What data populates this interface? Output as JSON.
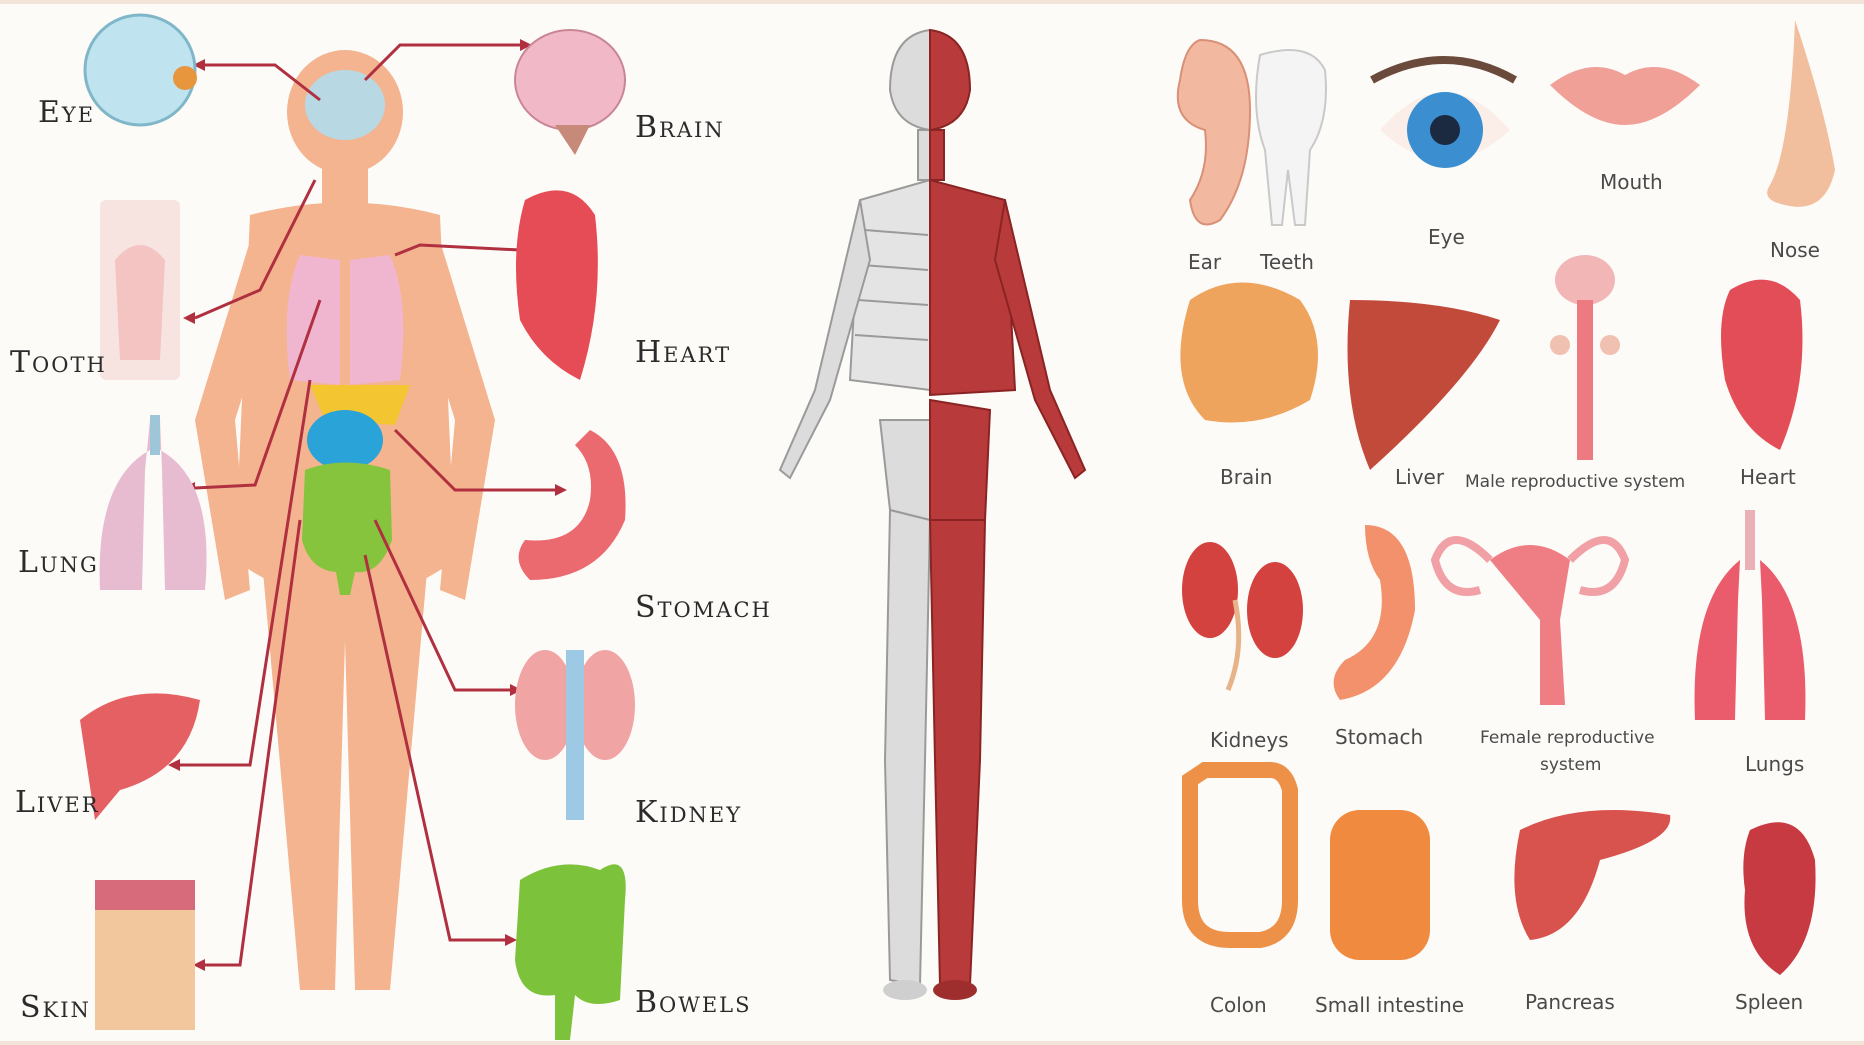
{
  "left_panel": {
    "labels": {
      "eye": "Eye",
      "tooth": "Tooth",
      "lung": "Lung",
      "liver": "Liver",
      "skin": "Skin",
      "brain": "Brain",
      "heart": "Heart",
      "stomach": "Stomach",
      "kidney": "Kidney",
      "bowels": "Bowels"
    }
  },
  "right_panel": {
    "labels": {
      "ear": "Ear",
      "teeth": "Teeth",
      "eye": "Eye",
      "mouth": "Mouth",
      "nose": "Nose",
      "brain": "Brain",
      "liver": "Liver",
      "male_reproductive": "Male reproductive system",
      "heart": "Heart",
      "kidneys": "Kidneys",
      "stomach": "Stomach",
      "female_reproductive_1": "Female reproductive",
      "female_reproductive_2": "system",
      "lungs": "Lungs",
      "colon": "Colon",
      "small_intestine": "Small intestine",
      "pancreas": "Pancreas",
      "spleen": "Spleen"
    }
  },
  "colors": {
    "skin_body": "#f3b48f",
    "connector": "#b03040",
    "muscle": "#b83a3a",
    "bone": "#d8d8d8",
    "organ_red": "#e65c5c",
    "bowel_green": "#7cc23a",
    "label": "#2b2b2b"
  }
}
